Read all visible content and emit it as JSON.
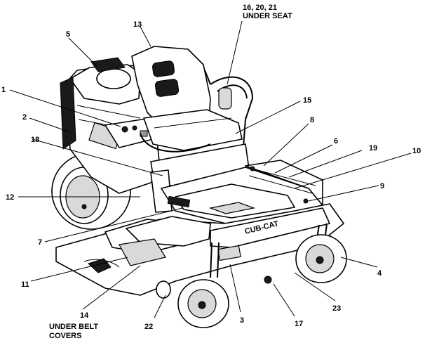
{
  "callouts": {
    "c1": "1",
    "c2": "2",
    "c3": "3",
    "c4": "4",
    "c5": "5",
    "c6": "6",
    "c7": "7",
    "c8": "8",
    "c9": "9",
    "c10": "10",
    "c11": "11",
    "c12": "12",
    "c13": "13",
    "c14": "14",
    "c15": "15",
    "c17": "17",
    "c18": "18",
    "c19": "19",
    "c22": "22",
    "c23": "23",
    "c16_20_21": "16, 20, 21"
  },
  "notes": {
    "under_seat": "UNDER SEAT",
    "under_belt_line1": "UNDER BELT",
    "under_belt_line2": "COVERS"
  },
  "decal_text": "CUB-CAT"
}
